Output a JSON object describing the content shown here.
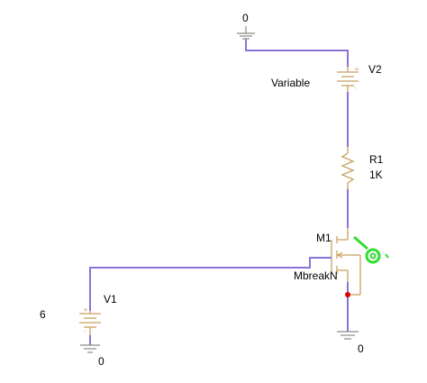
{
  "ground_top": {
    "label": "0"
  },
  "ground_m1": {
    "label": "0"
  },
  "ground_v1": {
    "label": "0"
  },
  "v2": {
    "name": "V2",
    "value": "Variable"
  },
  "r1": {
    "name": "R1",
    "value": "1K"
  },
  "m1": {
    "name": "M1",
    "model": "MbreakN"
  },
  "v1": {
    "name": "V1",
    "value": "6"
  },
  "probe": {
    "color": "#33dd33"
  },
  "wire_color": "#8b74d6",
  "component_color": "#c8a060",
  "node_dot_color": "#dd0000"
}
